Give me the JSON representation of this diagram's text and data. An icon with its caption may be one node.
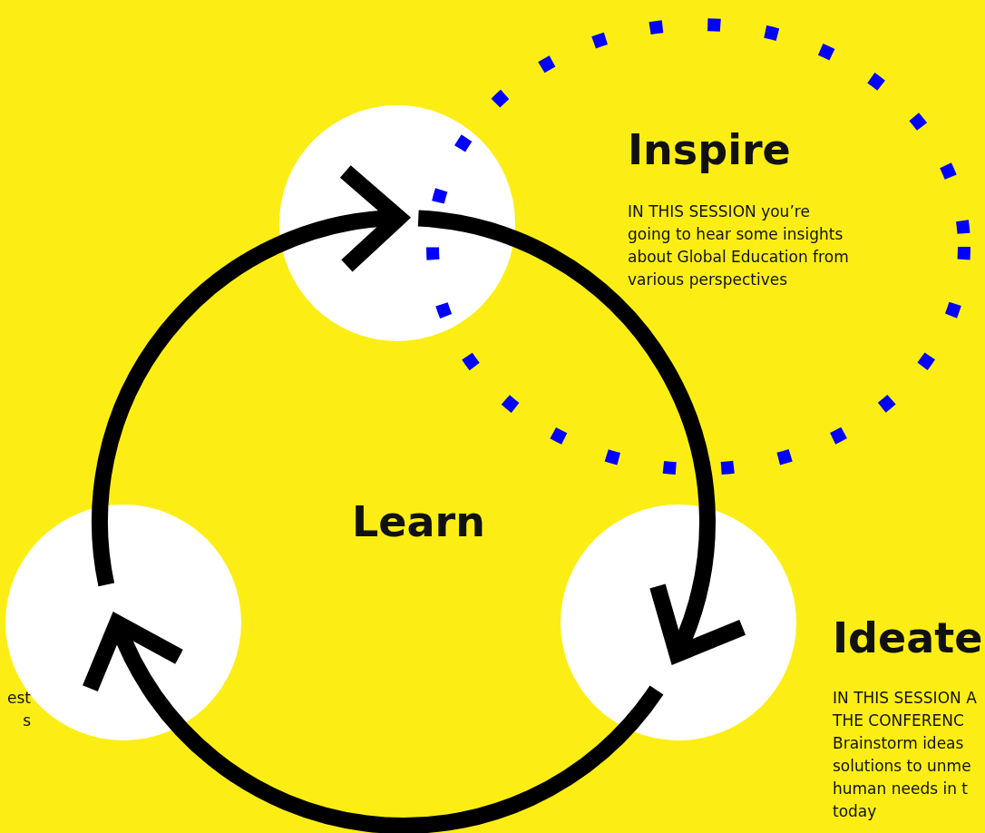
{
  "diagram": {
    "nodes": [
      {
        "text": [],
        "shape": "circle"
      },
      {
        "text": [],
        "shape": "circle"
      },
      {
        "text": [],
        "shape": "circle"
      }
    ],
    "edges": [
      {
        "from": 0,
        "to": 1,
        "arrow": "to"
      },
      {
        "from": 1,
        "to": 2,
        "arrow": "to"
      },
      {
        "from": 2,
        "to": 0,
        "arrow": "to"
      }
    ],
    "labels": [
      "Inspire",
      "IN THIS SESSION  you’re going to hear some insights about Global Education from various perspectives",
      "Learn",
      "Ideate",
      "IN THIS SESSION A THE CONFERENC Brainstorm ideas solutions to unme human needs in t today",
      "est s"
    ]
  }
}
